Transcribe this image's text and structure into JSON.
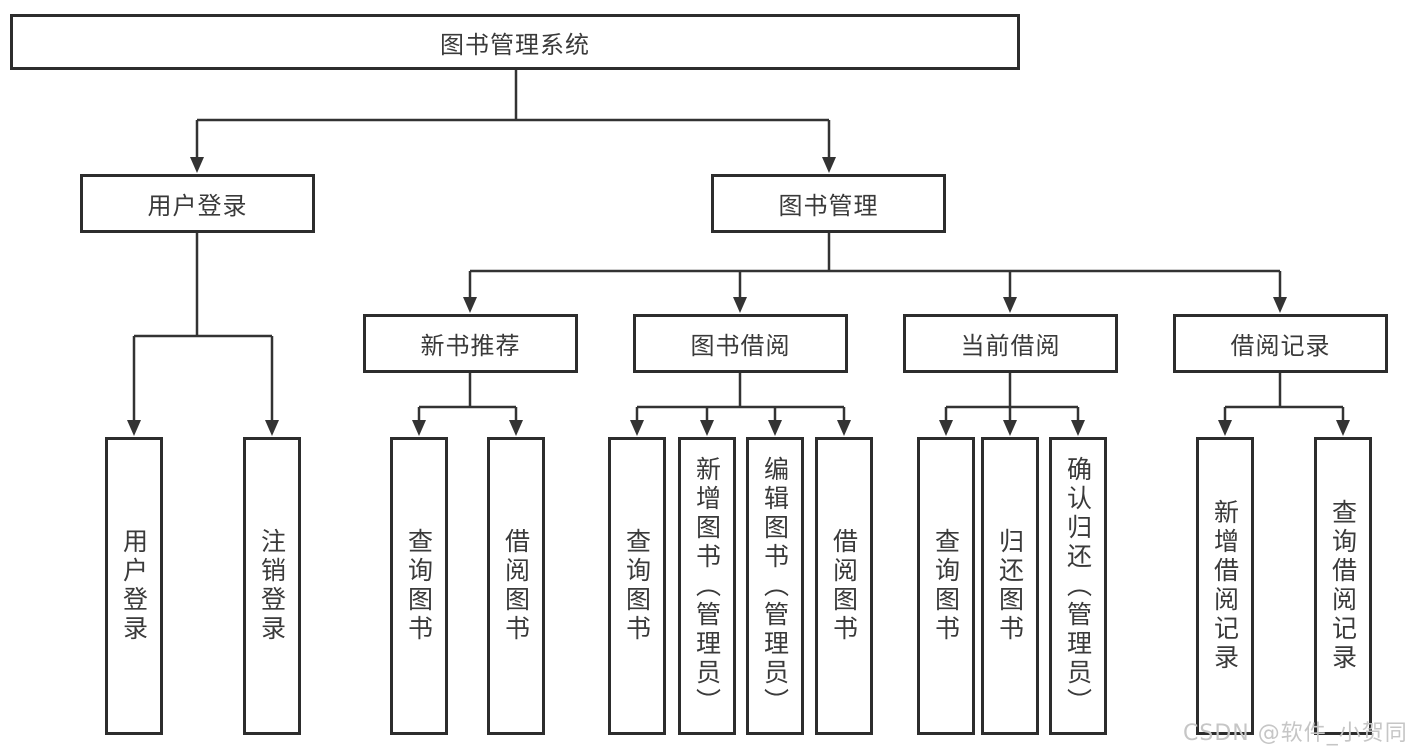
{
  "diagram": {
    "type": "hierarchy-tree",
    "colors": {
      "line": "#333333",
      "box_border": "#2d2d2d",
      "text": "#3a3a3a",
      "background": "#ffffff",
      "watermark": "#c6c6c6"
    },
    "watermark": "CSDN @软件_小贺同学"
  },
  "nodes": {
    "root": "图书管理系统",
    "l2": [
      "用户登录",
      "图书管理"
    ],
    "l3": [
      "新书推荐",
      "图书借阅",
      "当前借阅",
      "借阅记录"
    ],
    "leaves": {
      "login": [
        "用户登录",
        "注销登录"
      ],
      "recommend": [
        "查询图书",
        "借阅图书"
      ],
      "borrow": [
        "查询图书",
        "新增图书（管理员）",
        "编辑图书（管理员）",
        "借阅图书"
      ],
      "current": [
        "查询图书",
        "归还图书",
        "确认归还（管理员）"
      ],
      "records": [
        "新增借阅记录",
        "查询借阅记录"
      ]
    }
  }
}
